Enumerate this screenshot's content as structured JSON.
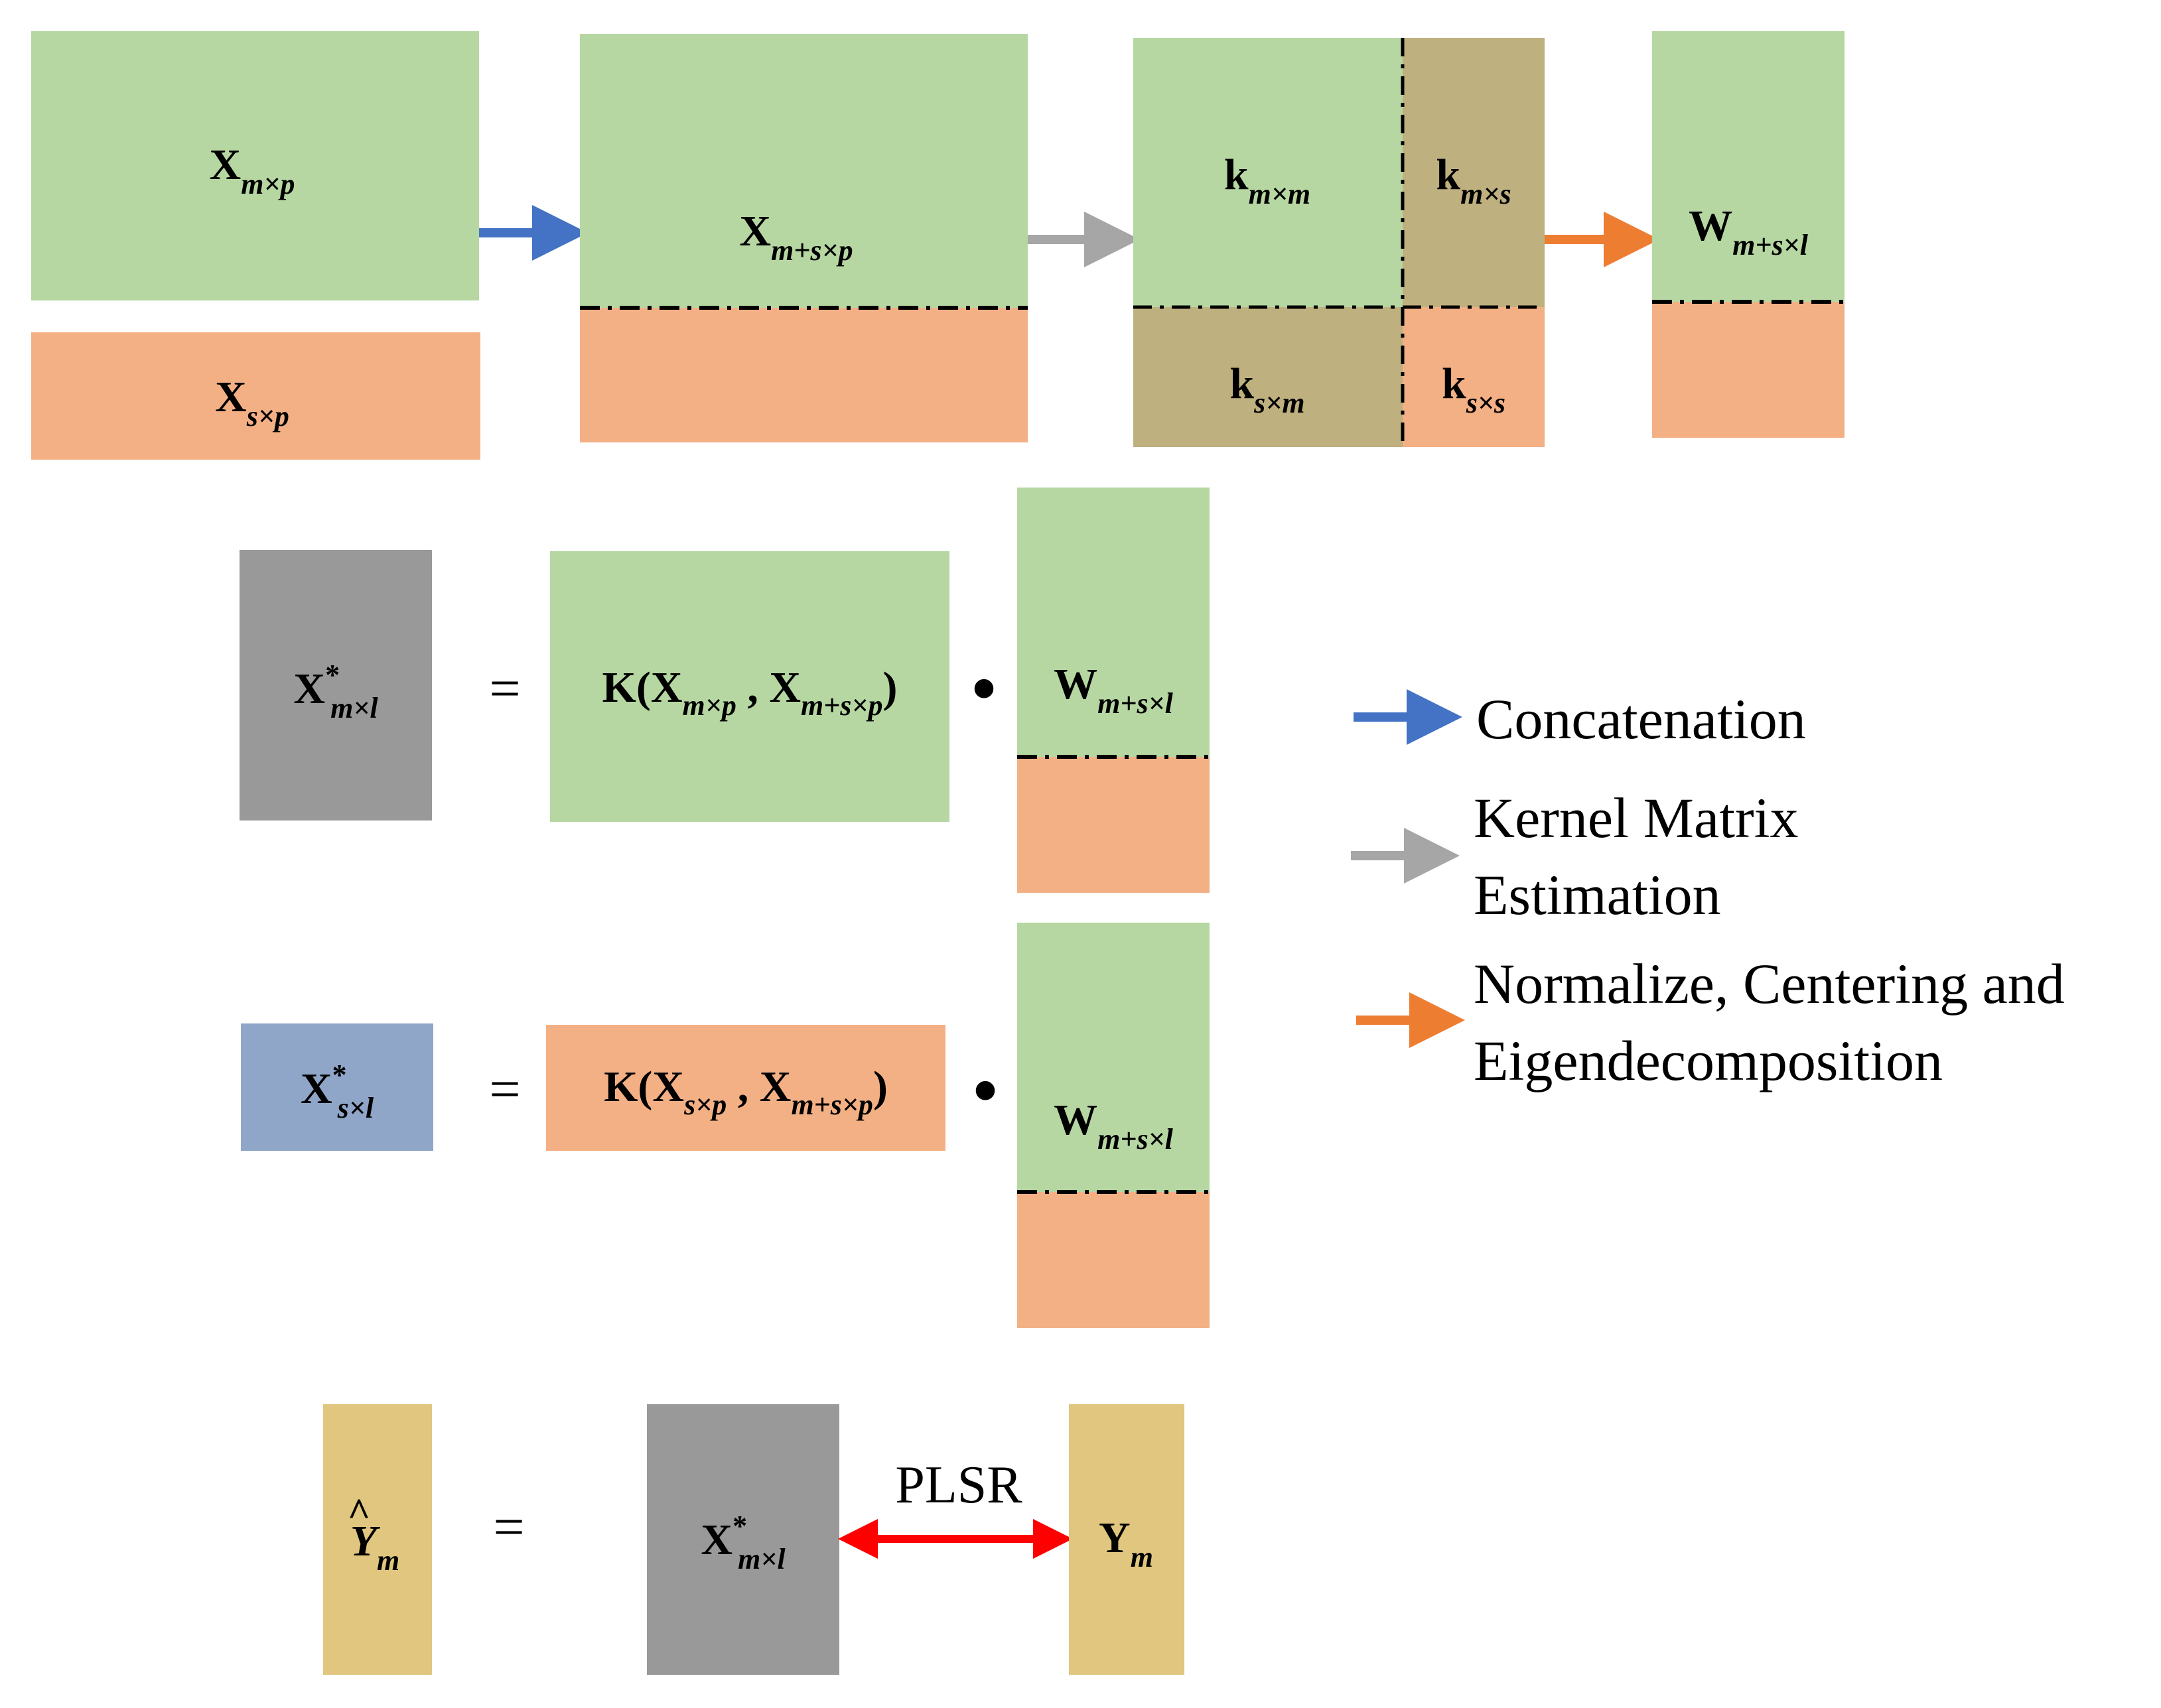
{
  "colors": {
    "green": "#b6d7a2",
    "orange": "#f4b085",
    "olive": "#bfb07f",
    "gray": "#999999",
    "blue_box": "#8fa6c9",
    "yellow": "#e0c67e",
    "arrow_blue": "#4472c4",
    "arrow_gray": "#a6a6a6",
    "arrow_orange": "#ed7d31",
    "arrow_red": "#ff0000"
  },
  "row1": {
    "x_m": {
      "main": "X",
      "sub": "m×p"
    },
    "x_s": {
      "main": "X",
      "sub": "s×p"
    },
    "x_ms": {
      "main": "X",
      "sub": "m+s×p"
    },
    "k_mm": {
      "main": "k",
      "sub": "m×m"
    },
    "k_ms": {
      "main": "k",
      "sub": "m×s"
    },
    "k_sm": {
      "main": "k",
      "sub": "s×m"
    },
    "k_ss": {
      "main": "k",
      "sub": "s×s"
    },
    "w": {
      "main": "W",
      "sub": "m+s×l"
    }
  },
  "eq1": {
    "lhs": {
      "main": "X",
      "sup": "*",
      "sub": "m×l"
    },
    "equals": "=",
    "kernel": {
      "k": "K(",
      "a": "X",
      "a_sub": "m×p",
      "comma": " , ",
      "b": "X",
      "b_sub": "m+s×p",
      "close": ")"
    },
    "dot": "•",
    "w": {
      "main": "W",
      "sub": "m+s×l"
    }
  },
  "eq2": {
    "lhs": {
      "main": "X",
      "sup": "*",
      "sub": "s×l"
    },
    "equals": "=",
    "kernel": {
      "k": "K(",
      "a": "X",
      "a_sub": "s×p",
      "comma": " , ",
      "b": "X",
      "b_sub": "m+s×p",
      "close": ")"
    },
    "dot": "•",
    "w": {
      "main": "W",
      "sub": "m+s×l"
    }
  },
  "eq3": {
    "lhs": {
      "main": "Y",
      "hat": "^",
      "sub": "m"
    },
    "equals": "=",
    "mid": {
      "main": "X",
      "sup": "*",
      "sub": "m×l"
    },
    "plsr": "PLSR",
    "rhs": {
      "main": "Y",
      "sub": "m"
    }
  },
  "legend": {
    "concat": "Concatenation",
    "kernel_l1": "Kernel Matrix",
    "kernel_l2": "Estimation",
    "norm_l1": "Normalize, Centering and",
    "norm_l2": "Eigendecomposition"
  }
}
